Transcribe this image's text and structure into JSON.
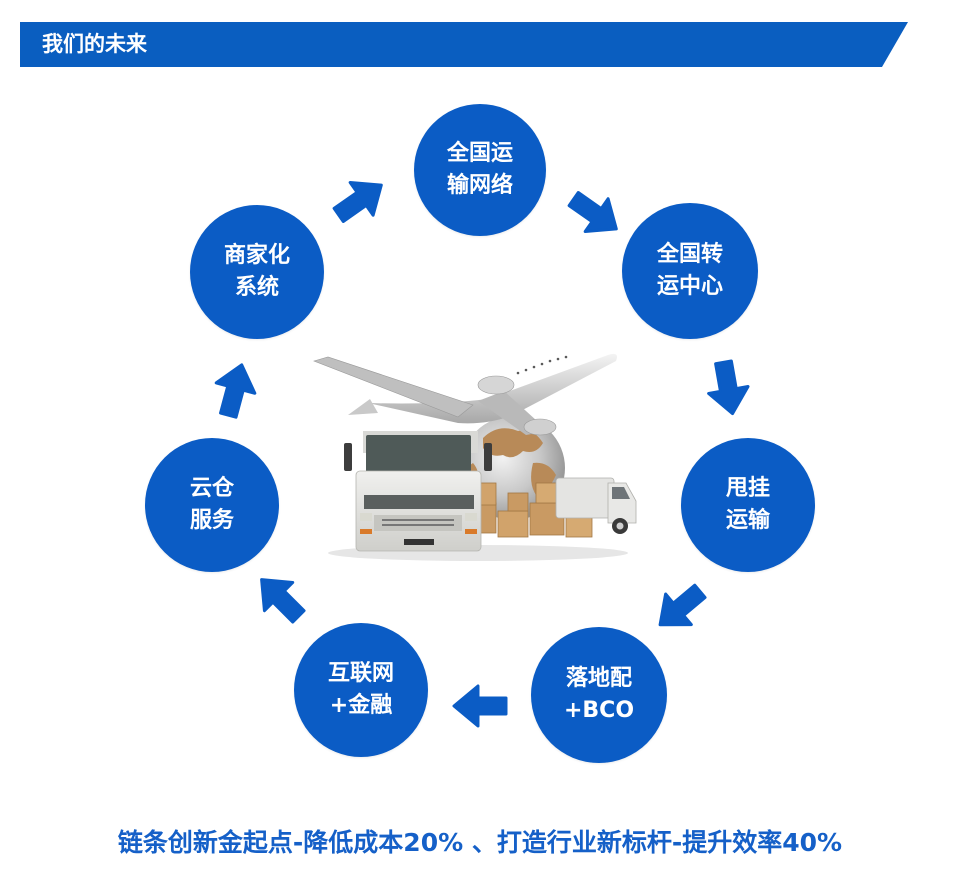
{
  "header": {
    "title": "我们的未来",
    "bar_color": "#0A5EC0"
  },
  "colors": {
    "node_fill": "#0B5CC5",
    "arrow_fill": "#0B5CC5",
    "slogan_text": "#1560C8",
    "node_text": "#FFFFFF"
  },
  "cycle": {
    "nodes": [
      {
        "id": "national-transport-network",
        "line1": "全国运",
        "line2": "输网络"
      },
      {
        "id": "national-transfer-center",
        "line1": "全国转",
        "line2": "运中心"
      },
      {
        "id": "drop-and-pull-transport",
        "line1": "甩挂",
        "line2": "运输"
      },
      {
        "id": "last-mile-bco",
        "line1": "落地配",
        "line2": "+BCO"
      },
      {
        "id": "internet-finance",
        "line1": "互联网",
        "line2": "+金融"
      },
      {
        "id": "cloud-warehouse-service",
        "line1": "云仓",
        "line2": "服务"
      },
      {
        "id": "merchant-system",
        "line1": "商家化",
        "line2": "系统"
      }
    ],
    "arrows": [
      {
        "from": "merchant-system",
        "to": "national-transport-network",
        "direction": "up-right"
      },
      {
        "from": "national-transport-network",
        "to": "national-transfer-center",
        "direction": "down-right"
      },
      {
        "from": "national-transfer-center",
        "to": "drop-and-pull-transport",
        "direction": "down"
      },
      {
        "from": "drop-and-pull-transport",
        "to": "last-mile-bco",
        "direction": "down-left"
      },
      {
        "from": "last-mile-bco",
        "to": "internet-finance",
        "direction": "left"
      },
      {
        "from": "internet-finance",
        "to": "cloud-warehouse-service",
        "direction": "up-left"
      },
      {
        "from": "cloud-warehouse-service",
        "to": "merchant-system",
        "direction": "up"
      }
    ],
    "center_image": {
      "description": "logistics illustration: airplane, truck, globe, cardboard boxes, delivery van",
      "icon": "logistics-illustration"
    }
  },
  "footer": {
    "slogan": "链条创新金起点-降低成本20% 、打造行业新标杆-提升效率40%"
  }
}
